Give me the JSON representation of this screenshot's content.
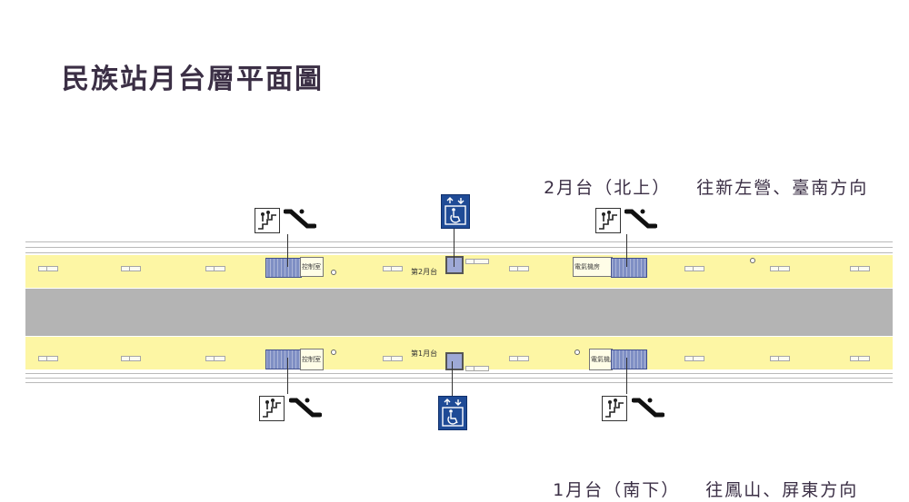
{
  "title": "民族站月台層平面圖",
  "north": {
    "platform": "2月台",
    "bound": "（北上）",
    "toward": "往新左營、臺南方向"
  },
  "south": {
    "platform": "1月台",
    "bound": "（南下）",
    "toward": "往鳳山、屏東方向"
  },
  "plan_labels": {
    "platform2_tag": "第2月台",
    "platform1_tag": "第1月台",
    "room_a": "控制室",
    "room_b": "電氣機房",
    "room_c": "控制室",
    "room_d": "電氣機房"
  },
  "icons": {
    "escalator": "escalator-icon",
    "stairs": "stairs-icon",
    "elevator": "wheelchair-elevator-icon"
  },
  "colors": {
    "platform": "#fdf6a4",
    "track": "#b4b4b4",
    "escalator": "#7f8fc4",
    "elevator_sign": "#1f4b96",
    "title": "#3b2f45"
  }
}
